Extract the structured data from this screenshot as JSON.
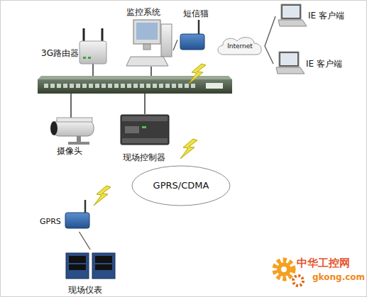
{
  "diagram": {
    "nodes": [
      {
        "text": [
          "3G路由器"
        ]
      },
      {
        "text": [
          "监控系统"
        ]
      },
      {
        "text": [
          "短信猫"
        ]
      },
      {
        "text": [
          "Internet"
        ]
      },
      {
        "text": [
          "IE 客户端"
        ]
      },
      {
        "text": [
          "IE 客户端"
        ]
      },
      {
        "text": [
          "摄像头"
        ]
      },
      {
        "text": [
          "现场控制器"
        ]
      },
      {
        "text": [
          "GPRS/CDMA"
        ]
      },
      {
        "text": [
          "GPRS"
        ]
      },
      {
        "text": [
          "现场仪表"
        ]
      }
    ],
    "edges": [
      {
        "from": 1,
        "to": 2,
        "arrow": "none"
      },
      {
        "from": 3,
        "to": 4,
        "arrow": "none"
      },
      {
        "from": 3,
        "to": 5,
        "arrow": "none"
      },
      {
        "from": 9,
        "to": 10,
        "arrow": "none"
      }
    ],
    "labels": [
      "中华工控网",
      "gkong.com"
    ]
  }
}
